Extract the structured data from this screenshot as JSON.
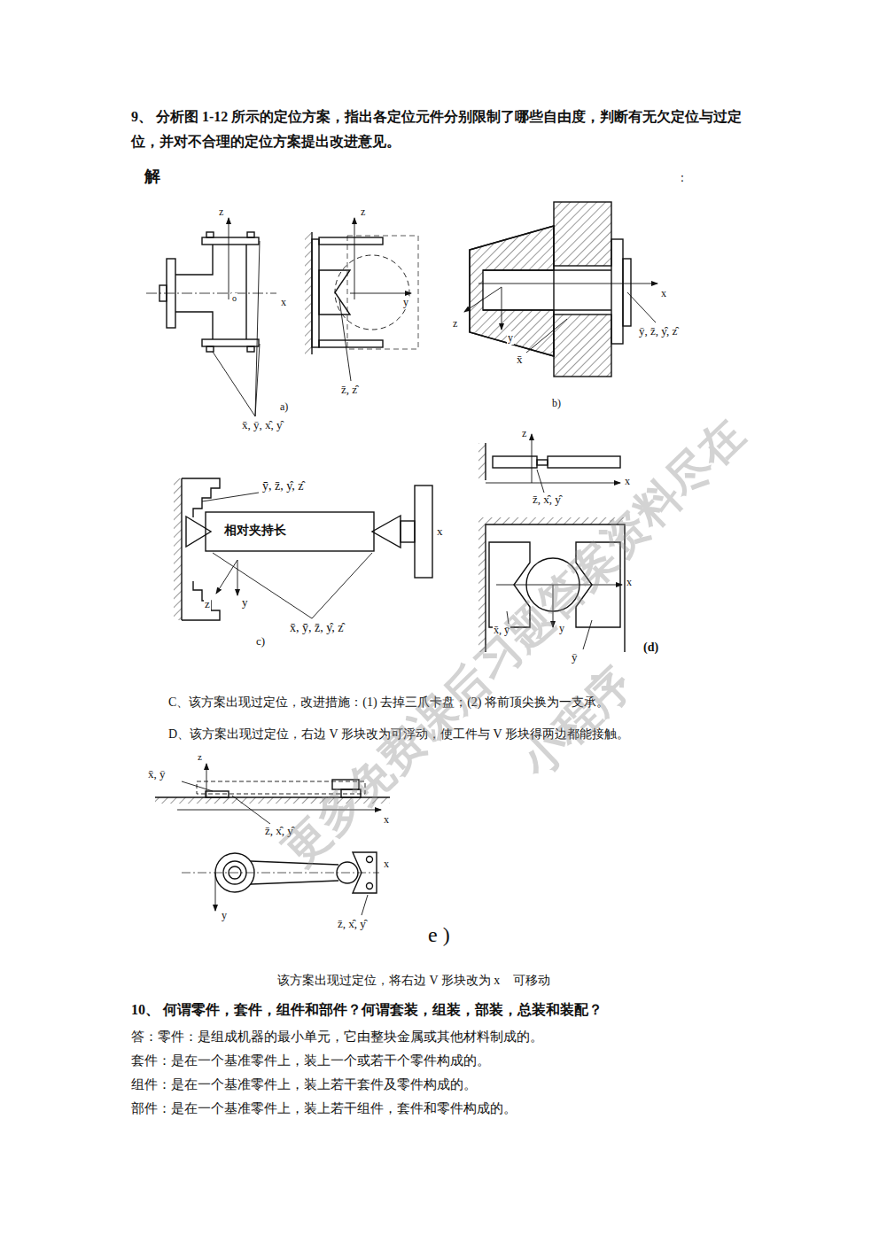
{
  "diagram": {
    "labels": [
      "9、 分析图 1-12 所示的定位方案，指出各定位元件分别限制了哪些自由度，判断有无欠定位与过定位，并对不合理的定位方案提出改进意见。",
      "解",
      ":",
      "z",
      "x",
      "o",
      "z",
      "y",
      "x̄, ȳ, x̑, y̑",
      "z̄, z̑",
      "a)",
      "ȳ, z̄, y̑, z̑",
      "x",
      "z",
      "y",
      "x̄",
      "b)",
      "ȳ, z̄, y̑, z̑",
      "相对夹持长",
      "x",
      "z",
      "y",
      "x̄, ȳ, z̄, y̑, z̑",
      "c)",
      "z",
      "x",
      "z̄, x̑, y̑",
      "x",
      "y",
      "x̄, ȳ",
      "ȳ",
      "(d)",
      "C、该方案出现过定位，改进措施：(1) 去掉三爪卡盘；(2) 将前顶尖换为一支承。",
      "D、该方案出现过定位，右边 V 形块改为可浮动，使工件与 V 形块得两边都能接触。",
      "z",
      "x̄, ȳ",
      "z̄, x̑, y̑",
      "x",
      "x",
      "y",
      "z̄, x̑, y̑",
      "e )",
      "该方案出现过定位，将右边 V 形块改为 x⃗ 可移动",
      "10、 何谓零件，套件，组件和部件？何谓套装，组装，部装，总装和装配？",
      "答：零件：是组成机器的最小单元，它由整块金属或其他材料制成的。",
      "套件：是在一个基准零件上，装上一个或若干个零件构成的。",
      "组件：是在一个基准零件上，装上若干套件及零件构成的。",
      "部件：是在一个基准零件上，装上若干组件，套件和零件构成的。",
      "更多免费课后习题答案资料尽在",
      "小程序"
    ]
  }
}
